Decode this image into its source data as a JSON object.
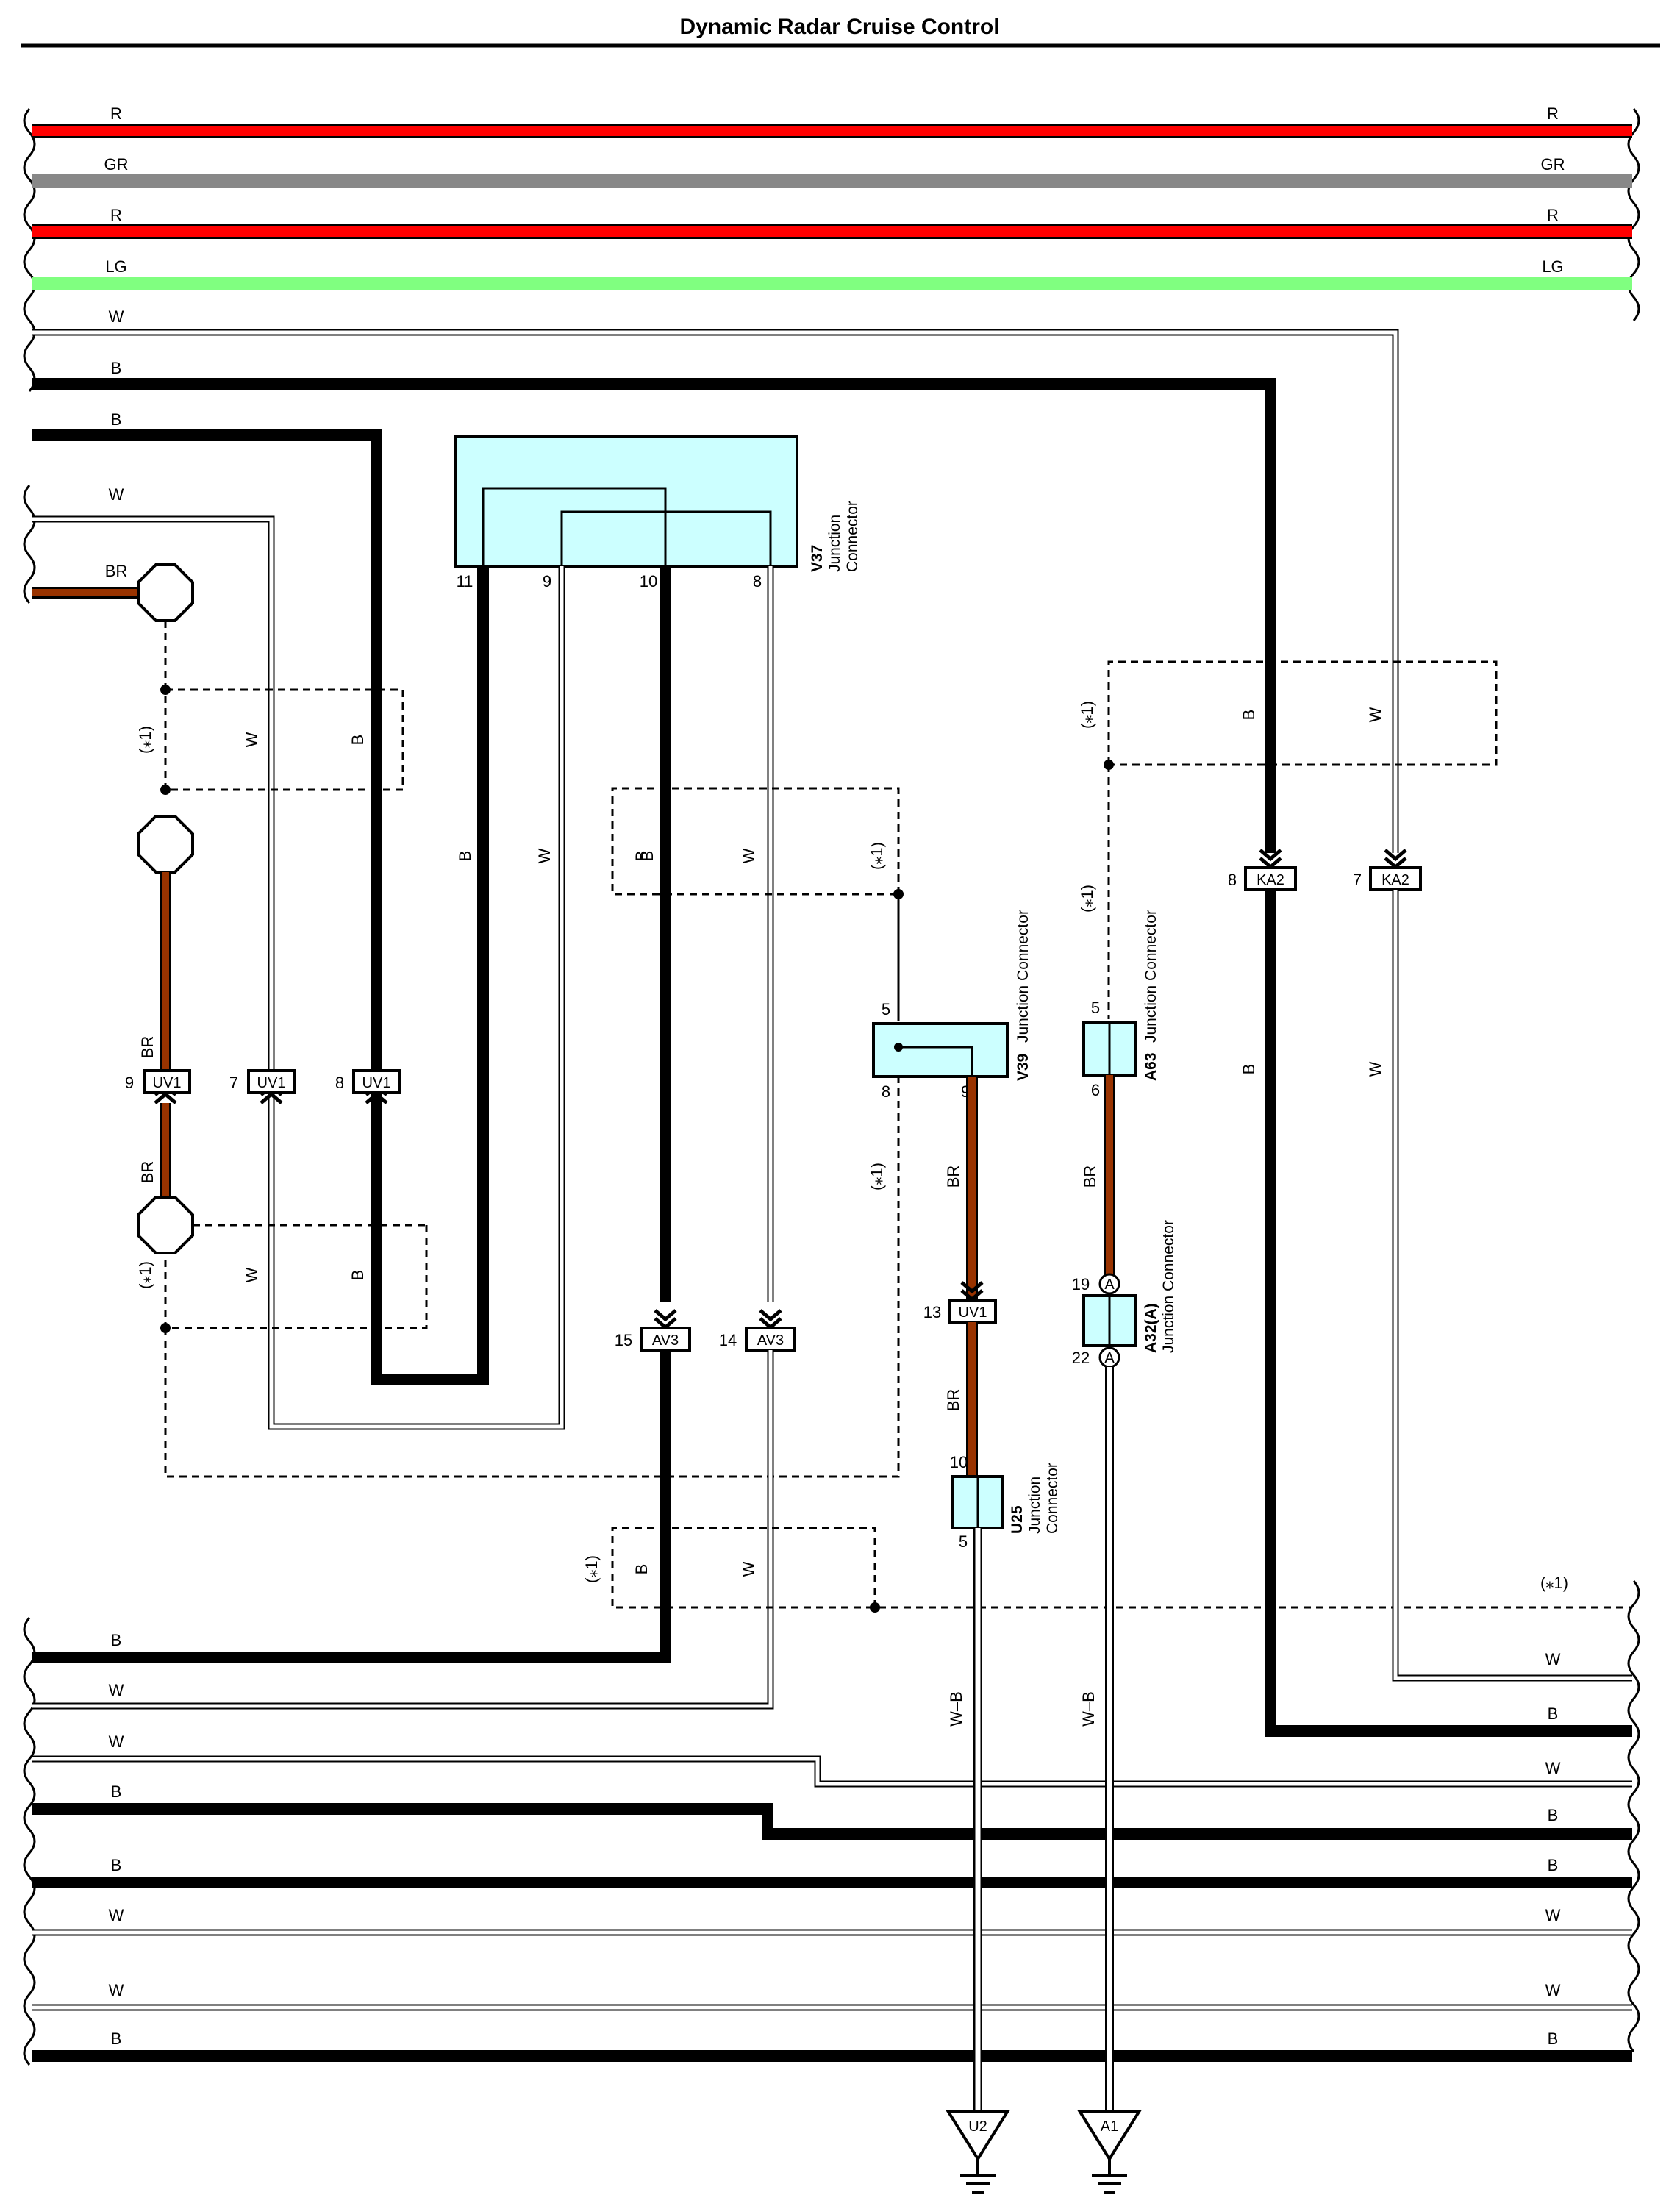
{
  "title": "Dynamic Radar Cruise Control",
  "colors": {
    "R": "#ff0000",
    "GR": "#888888",
    "LG": "#80ff80",
    "BR": "#993300",
    "B": "#000000",
    "W": "#ffffff",
    "connector_fill": "#ccffff"
  },
  "bus_top": [
    {
      "color": "R",
      "left_label": "R",
      "right_label": "R"
    },
    {
      "color": "GR",
      "left_label": "GR",
      "right_label": "GR"
    },
    {
      "color": "R",
      "left_label": "R",
      "right_label": "R"
    },
    {
      "color": "LG",
      "left_label": "LG",
      "right_label": "LG"
    },
    {
      "left_label": "W"
    },
    {
      "left_label": "B"
    },
    {
      "left_label": "B"
    },
    {
      "left_label": "W"
    },
    {
      "left_label": "BR"
    }
  ],
  "bus_bottom": {
    "left": [
      "B",
      "W",
      "W",
      "B",
      "B",
      "W",
      "W",
      "B"
    ],
    "right": [
      "W",
      "B",
      "W",
      "B",
      "B",
      "W",
      "W",
      "B"
    ],
    "shield_note": "(⁎1)"
  },
  "junction_connectors": {
    "v37": {
      "code": "V37",
      "line1": "Junction",
      "line2": "Connector",
      "pins": [
        "11",
        "9",
        "10",
        "8"
      ]
    },
    "v39": {
      "code": "V39",
      "name": "Junction Connector",
      "pins": [
        "5",
        "8",
        "9"
      ]
    },
    "a63": {
      "code": "A63",
      "name": "Junction Connector",
      "pins": [
        "5",
        "6"
      ]
    },
    "a32": {
      "code": "A32(A)",
      "name": "Junction Connector",
      "pins": [
        "19",
        "22"
      ],
      "circle": "A"
    },
    "u25": {
      "code": "U25",
      "line1": "Junction",
      "line2": "Connector",
      "pins": [
        "10",
        "5"
      ]
    }
  },
  "inline_connectors": [
    {
      "code": "UV1",
      "pin": "9"
    },
    {
      "code": "UV1",
      "pin": "7"
    },
    {
      "code": "UV1",
      "pin": "8"
    },
    {
      "code": "AV3",
      "pin": "15"
    },
    {
      "code": "AV3",
      "pin": "14"
    },
    {
      "code": "UV1",
      "pin": "13"
    },
    {
      "code": "KA2",
      "pin": "8"
    },
    {
      "code": "KA2",
      "pin": "7"
    }
  ],
  "grounds": [
    "U2",
    "A1"
  ],
  "wire_labels": {
    "BR": "BR",
    "W": "W",
    "B": "B",
    "WB": "W–B",
    "shield": "(⁎1)"
  }
}
